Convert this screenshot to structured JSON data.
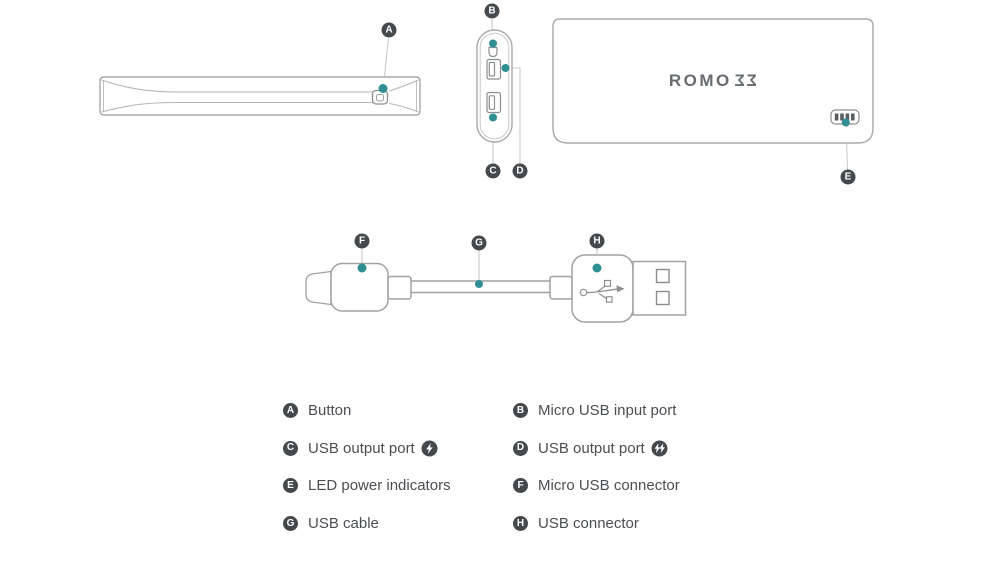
{
  "markers": {
    "a": "A",
    "b": "B",
    "c": "C",
    "d": "D",
    "e": "E",
    "f": "F",
    "g": "G",
    "h": "H"
  },
  "device_front": {
    "brand": "ROMOSS",
    "brand_prefix": "ROMO",
    "brand_s_glyph": "Σ"
  },
  "legend": {
    "items": [
      {
        "letter": "A",
        "label": "Button"
      },
      {
        "letter": "B",
        "label": "Micro USB input port"
      },
      {
        "letter": "C",
        "label": "USB output port",
        "bolt": "single"
      },
      {
        "letter": "D",
        "label": "USB output port",
        "bolt": "double"
      },
      {
        "letter": "E",
        "label": "LED power indicators"
      },
      {
        "letter": "F",
        "label": "Micro USB connector"
      },
      {
        "letter": "G",
        "label": "USB cable"
      },
      {
        "letter": "H",
        "label": "USB connector"
      }
    ]
  },
  "colors": {
    "accent_teal": "#2f8f93",
    "badge": "#46494c",
    "outline_gray": "#a7a9ac",
    "leader_gray": "#c9cbcd",
    "text_gray": "#4b4e52",
    "logo_gray": "#686c71"
  }
}
